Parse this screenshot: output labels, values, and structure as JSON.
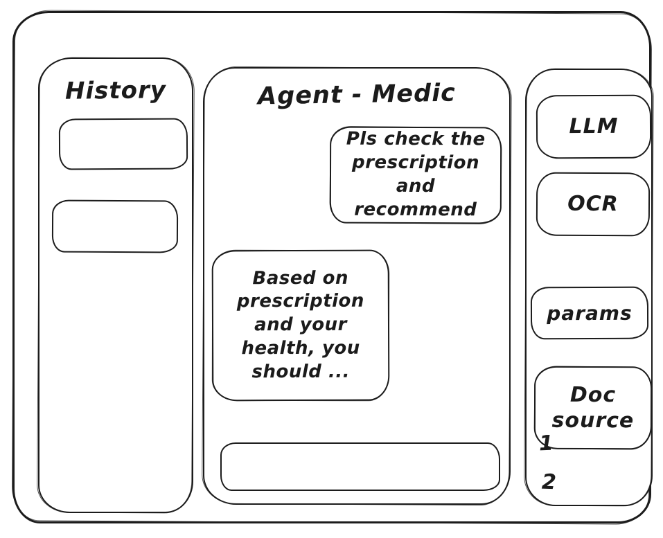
{
  "colors": {
    "stroke": "#1c1c1c",
    "background": "#ffffff",
    "text": "#1b1b1b"
  },
  "history_panel": {
    "title": "History",
    "items": [
      {
        "label": ""
      },
      {
        "label": ""
      }
    ]
  },
  "chat_panel": {
    "title": "Agent - Medic",
    "messages": [
      {
        "role": "user",
        "text": "Pls check the prescription and recommend"
      },
      {
        "role": "assistant",
        "text": "Based on prescription and your health, you should ..."
      }
    ],
    "composer": {
      "value": "",
      "placeholder": ""
    }
  },
  "tools_panel": {
    "buttons": [
      {
        "label": "LLM"
      },
      {
        "label": "OCR"
      },
      {
        "label": "params"
      },
      {
        "label": "Doc source"
      }
    ],
    "doc_source_list": [
      {
        "label": "1"
      },
      {
        "label": "2"
      }
    ]
  }
}
